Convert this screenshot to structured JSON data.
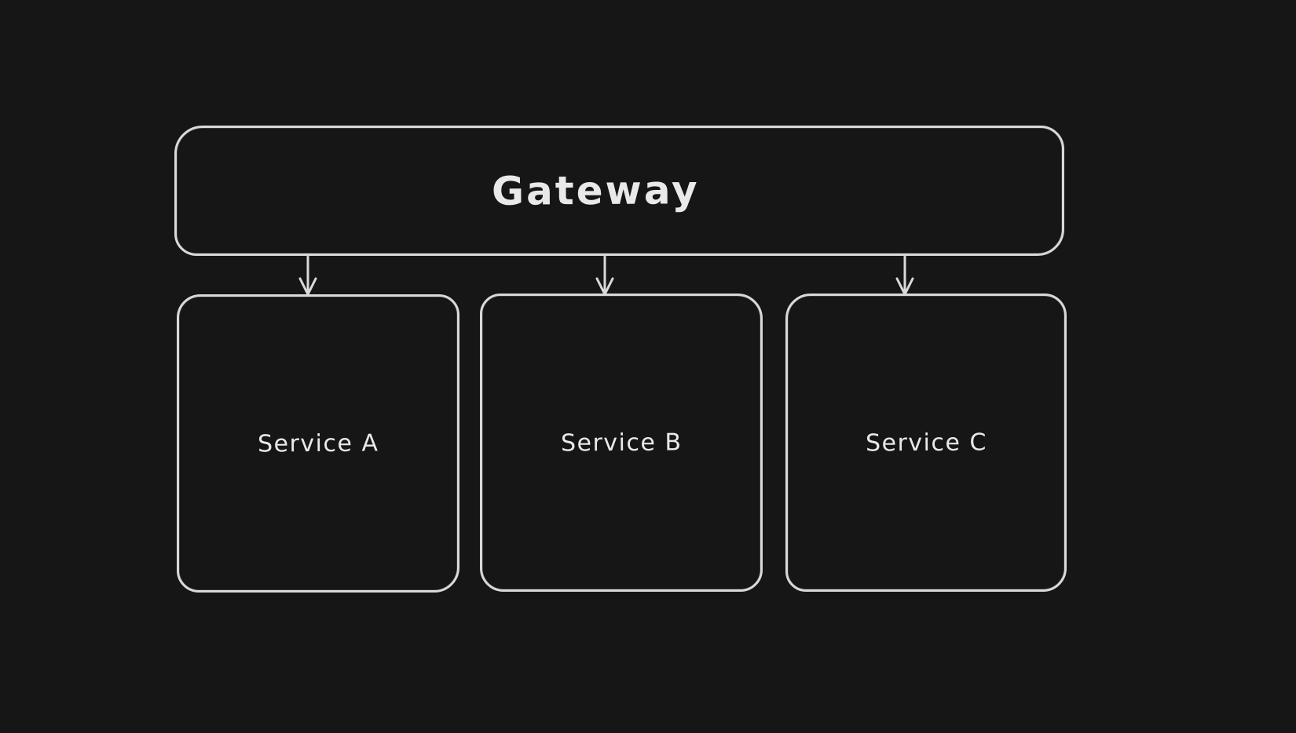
{
  "colors": {
    "background": "#161616",
    "stroke": "#d9d9d9",
    "text": "#e9e9e9"
  },
  "diagram": {
    "nodes": [
      {
        "id": "gateway",
        "label": "Gateway"
      },
      {
        "id": "service-a",
        "label": "Service A"
      },
      {
        "id": "service-b",
        "label": "Service B"
      },
      {
        "id": "service-c",
        "label": "Service C"
      }
    ],
    "edges": [
      {
        "from": "gateway",
        "to": "service-a",
        "direction": "down"
      },
      {
        "from": "gateway",
        "to": "service-b",
        "direction": "down"
      },
      {
        "from": "gateway",
        "to": "service-c",
        "direction": "down"
      }
    ]
  }
}
